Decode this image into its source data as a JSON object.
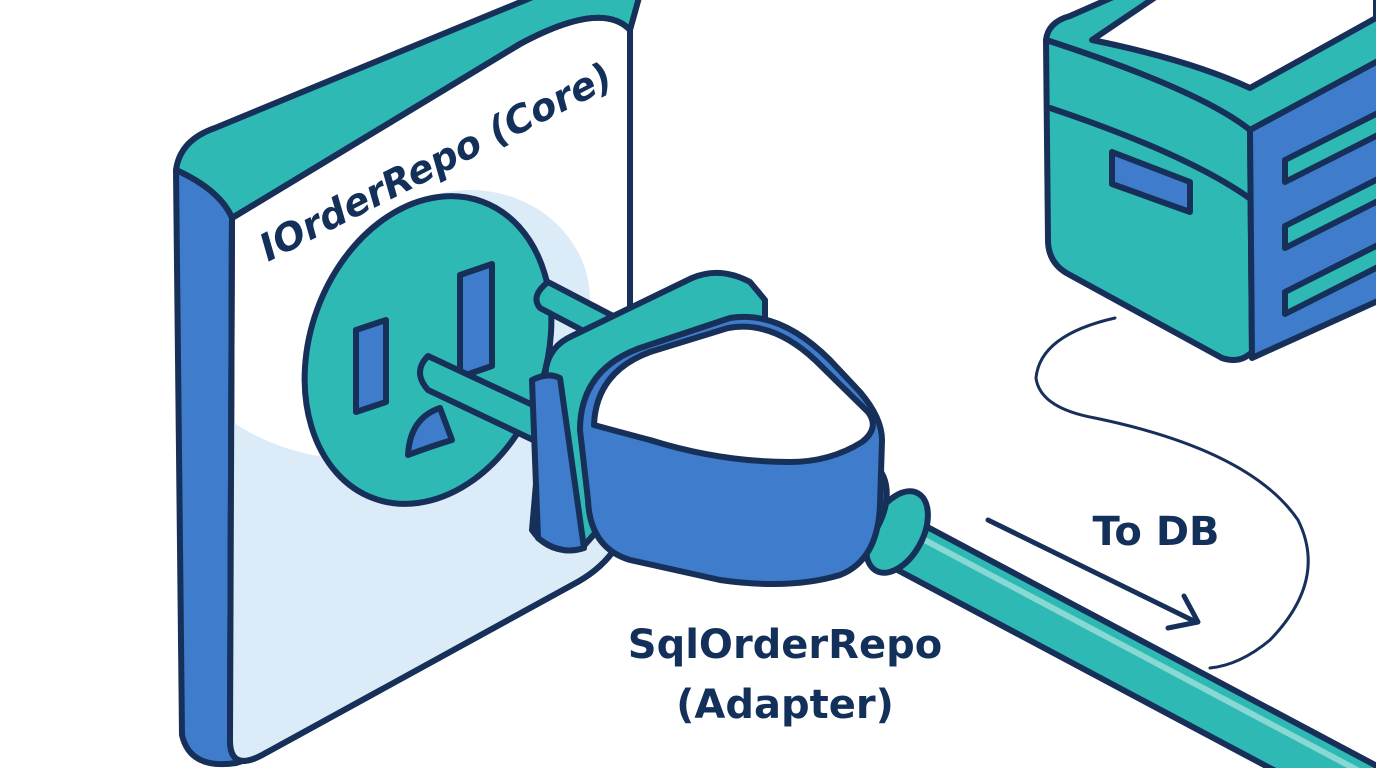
{
  "labels": {
    "socket": "IOrderRepo (Core)",
    "plug_line1": "SqlOrderRepo",
    "plug_line2": "(Adapter)",
    "arrow": "To DB"
  },
  "colors": {
    "outline": "#16305a",
    "blue": "#3f7ccb",
    "teal": "#2fb9b4",
    "light_blue": "#dcebf8",
    "white": "#ffffff",
    "text": "#13305a"
  },
  "icons": {
    "socket": "wall-socket-icon",
    "plug": "power-plug-icon",
    "database": "database-server-icon",
    "arrow": "arrow-right-icon"
  }
}
